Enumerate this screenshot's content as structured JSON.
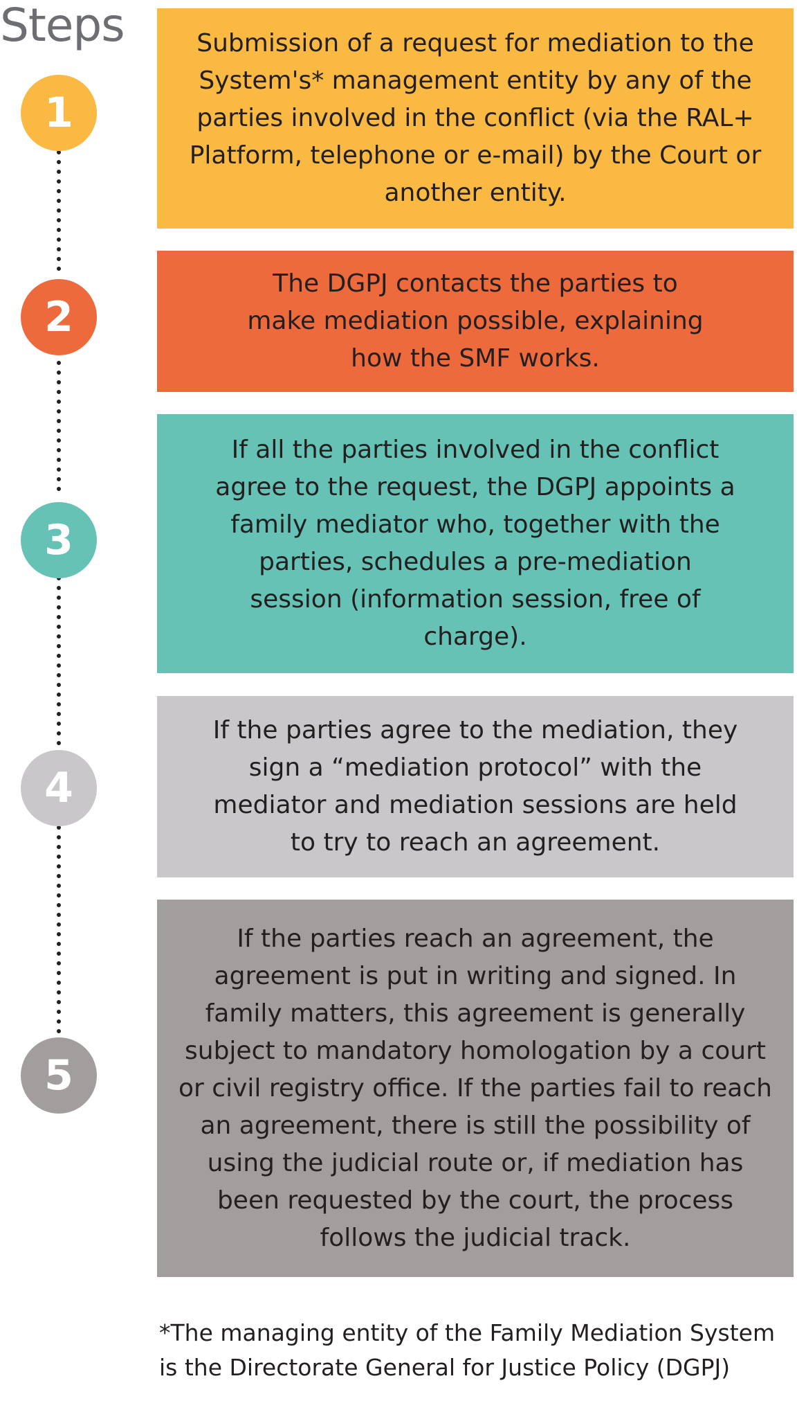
{
  "title": "Steps",
  "colors": {
    "yellow": "#f9b942",
    "orange": "#ed6a3d",
    "teal": "#66c2b4",
    "light_gray": "#c9c7ca",
    "dark_gray": "#a39e9e",
    "dots": "#231f20"
  },
  "steps": [
    {
      "number": "1",
      "text": "Submission of a request for mediation to the System's* management entity by any of the parties involved in the conflict (via the RAL+ Platform, telephone or e-mail) by the Court or another entity."
    },
    {
      "number": "2",
      "text": "The DGPJ contacts the parties to make mediation possible, explaining how the SMF works."
    },
    {
      "number": "3",
      "text": "If all the parties involved in the conflict agree to the request, the DGPJ appoints a family mediator who, together with the parties, schedules a pre-mediation session (information session, free of charge)."
    },
    {
      "number": "4",
      "text": "If the parties agree to the mediation, they sign a “mediation protocol” with the mediator and mediation sessions are held to try to reach an agreement."
    },
    {
      "number": "5",
      "text": "If the parties reach an agreement, the agreement is put in writing and signed. In family matters, this agreement is generally subject to mandatory homologation by a court or civil registry office. If the parties fail to reach an agreement, there is still the possibility of using the judicial route or, if mediation has been requested by the court, the process follows the judicial track."
    }
  ],
  "footnote": "*The managing entity of the Family Mediation System is the Directorate General for Justice Policy (DGPJ)"
}
